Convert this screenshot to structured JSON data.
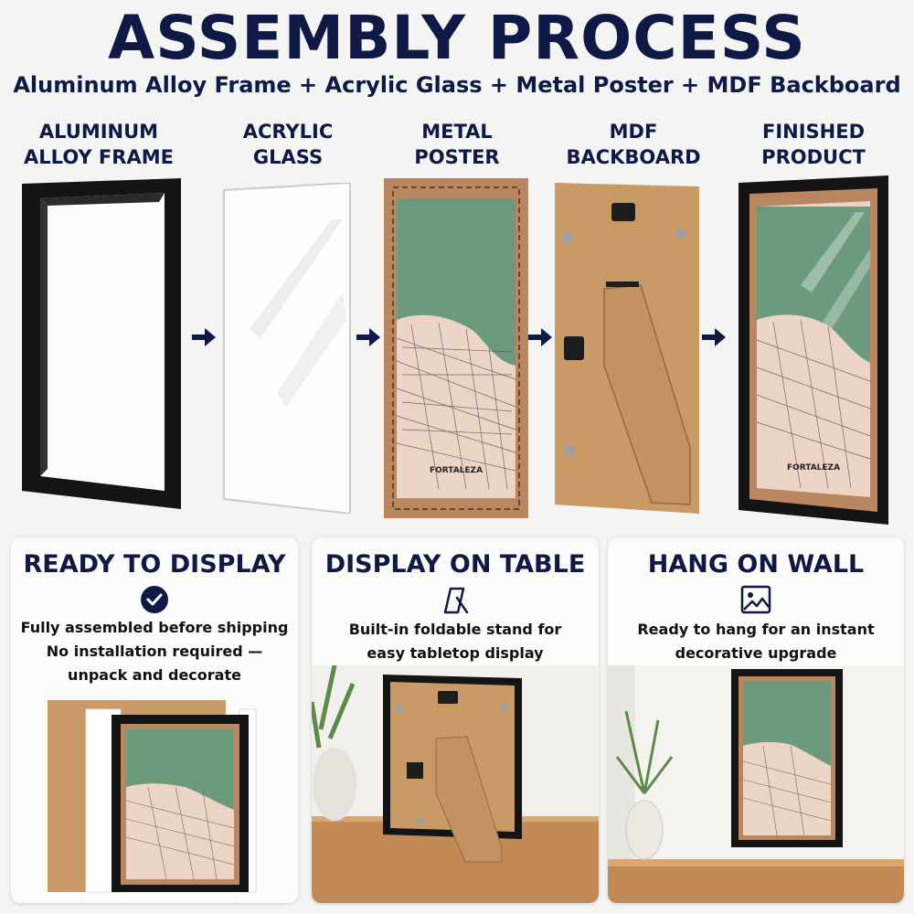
{
  "header": {
    "title": "ASSEMBLY PROCESS",
    "subtitle": "Aluminum Alloy Frame + Acrylic Glass + Metal Poster + MDF Backboard"
  },
  "components": [
    {
      "label": "ALUMINUM\nALLOY FRAME"
    },
    {
      "label": "ACRYLIC\nGLASS"
    },
    {
      "label": "METAL\nPOSTER"
    },
    {
      "label": "MDF\nBACKBOARD"
    },
    {
      "label": "FINISHED\nPRODUCT"
    }
  ],
  "poster": {
    "caption": "FORTALEZA"
  },
  "cards": [
    {
      "title": "READY TO DISPLAY",
      "icon": "check-circle-icon",
      "text": "Fully assembled before shipping\nNo installation required —\nunpack and decorate"
    },
    {
      "title": "DISPLAY ON TABLE",
      "icon": "easel-stand-icon",
      "text": "Built-in foldable stand for\neasy tabletop display"
    },
    {
      "title": "HANG ON WALL",
      "icon": "picture-icon",
      "text": "Ready to hang for an instant\ndecorative upgrade"
    }
  ],
  "colors": {
    "navy": "#0e1a45",
    "frame_black": "#151515",
    "kraft": "#c99a66",
    "poster_green": "#6b9a7c",
    "poster_border": "#b9865f",
    "city_pink": "#ecd5c6"
  }
}
